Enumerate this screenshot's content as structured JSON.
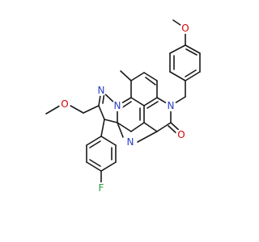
{
  "diagram": {
    "background": "#ffffff",
    "bond_color": "#1a1a1a",
    "atom_colors": {
      "N": "#2c3ec4",
      "O": "#d40000",
      "F": "#2a9a3a"
    },
    "labels": {
      "o_methoxy_top": "O",
      "n_pyridinone": "N",
      "o_carbonyl": "O",
      "n_pyrazole_n1": "N",
      "n_bridgehead": "N",
      "o_methoxymethyl": "O",
      "n_pyrimidine": "N",
      "f_fluoro": "F"
    }
  }
}
